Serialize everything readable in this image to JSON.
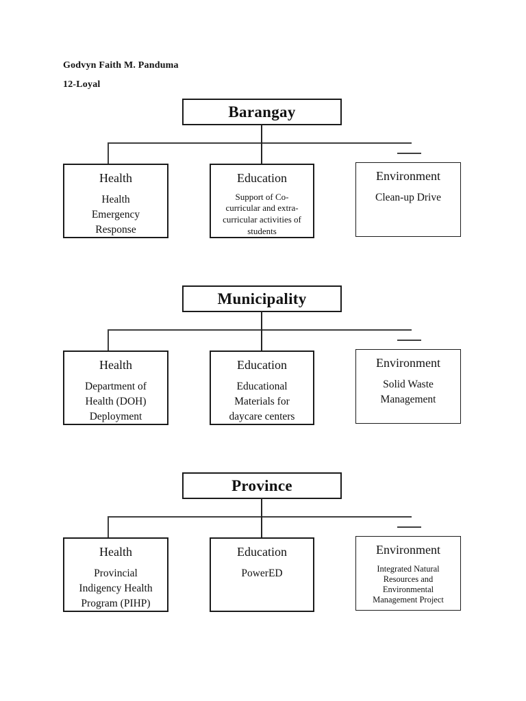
{
  "header": {
    "author": "Godvyn Faith M. Panduma",
    "grade_section": "12-Loyal"
  },
  "sections": [
    {
      "title": "Barangay",
      "boxes": [
        {
          "heading": "Health",
          "body": "Health\nEmergency\nResponse"
        },
        {
          "heading": "Education",
          "body": "Support of Co-\ncurricular and extra-\ncurricular activities of\nstudents"
        },
        {
          "heading": "Environment",
          "body": "Clean-up Drive"
        }
      ]
    },
    {
      "title": "Municipality",
      "boxes": [
        {
          "heading": "Health",
          "body": "Department of\nHealth (DOH)\nDeployment"
        },
        {
          "heading": "Education",
          "body": "Educational\nMaterials for\ndaycare centers"
        },
        {
          "heading": "Environment",
          "body": "Solid Waste\nManagement"
        }
      ]
    },
    {
      "title": "Province",
      "boxes": [
        {
          "heading": "Health",
          "body": "Provincial\nIndigency Health\nProgram (PIHP)"
        },
        {
          "heading": "Education",
          "body": "PowerED"
        },
        {
          "heading": "Environment",
          "body": "Integrated Natural\nResources and\nEnvironmental\nManagement Project"
        }
      ]
    }
  ]
}
